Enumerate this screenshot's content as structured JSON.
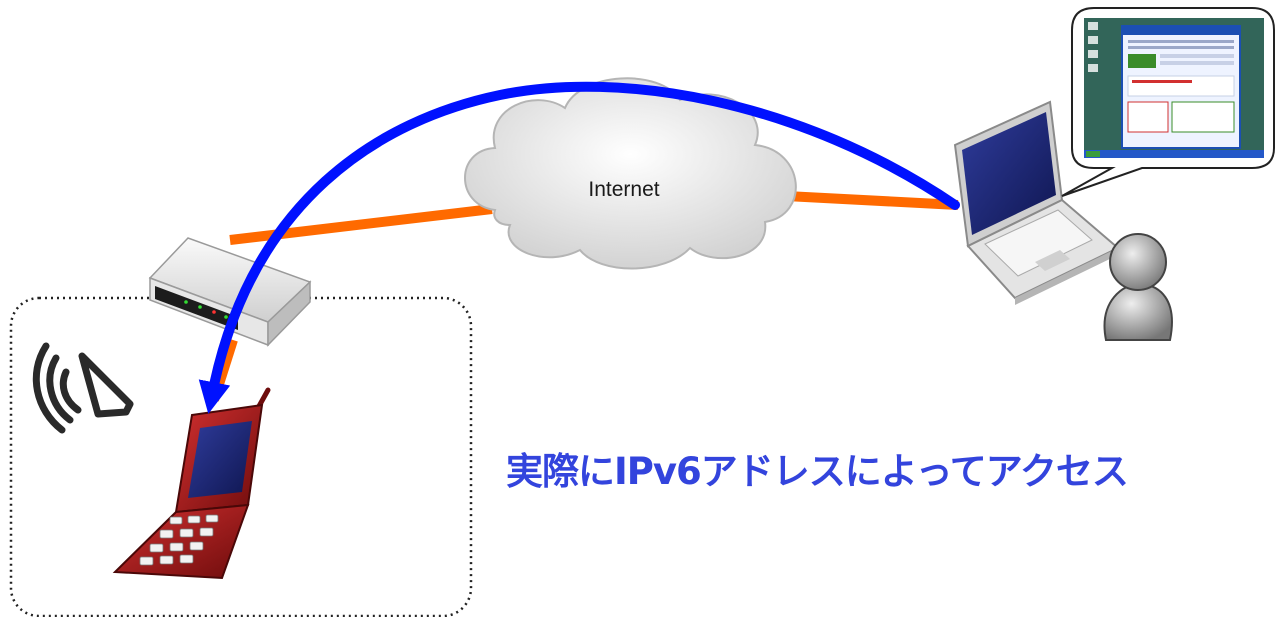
{
  "cloud": {
    "label": "Internet"
  },
  "caption": {
    "text": "実際にIPv6アドレスによってアクセス"
  },
  "colors": {
    "link_line": "#ff6a00",
    "access_arrow": "#0011ff",
    "caption": "#3344dd",
    "cloud_fill": "#dcdcdc",
    "phone_body": "#a81818",
    "laptop_screen": "#1f2a7a"
  },
  "icons": [
    "cloud-icon",
    "router-icon",
    "mobile-phone-icon",
    "laptop-icon",
    "user-icon",
    "broadcast-icon",
    "screenshot-bubble"
  ]
}
